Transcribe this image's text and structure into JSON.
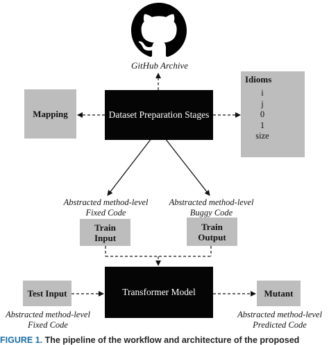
{
  "source_label": "GitHub Archive",
  "center": {
    "label": "Dataset Preparation Stages"
  },
  "mapping": {
    "label": "Mapping"
  },
  "idioms": {
    "title": "Idioms",
    "items": [
      "i",
      "j",
      "0",
      "1",
      "size"
    ]
  },
  "left_branch": {
    "caption_line1": "Abstracted method-level",
    "caption_line2": "Fixed Code",
    "box_line1": "Train",
    "box_line2": "Input"
  },
  "right_branch": {
    "caption_line1": "Abstracted method-level",
    "caption_line2": "Buggy Code",
    "box_line1": "Train",
    "box_line2": "Output"
  },
  "model": {
    "label": "Transformer Model"
  },
  "test_input": {
    "label": "Test Input",
    "caption_line1": "Abstracted method-level",
    "caption_line2": "Fixed Code"
  },
  "mutant": {
    "label": "Mutant",
    "caption_line1": "Abstracted method-level",
    "caption_line2": "Predicted Code"
  },
  "figure_caption": {
    "prefix": "FIGURE 1.",
    "text": "The pipeline of the workflow and architecture of the proposed"
  },
  "colors": {
    "gray_box": "#bdbdbd",
    "black_box": "#050505",
    "caption_blue": "#1a6fa8"
  }
}
